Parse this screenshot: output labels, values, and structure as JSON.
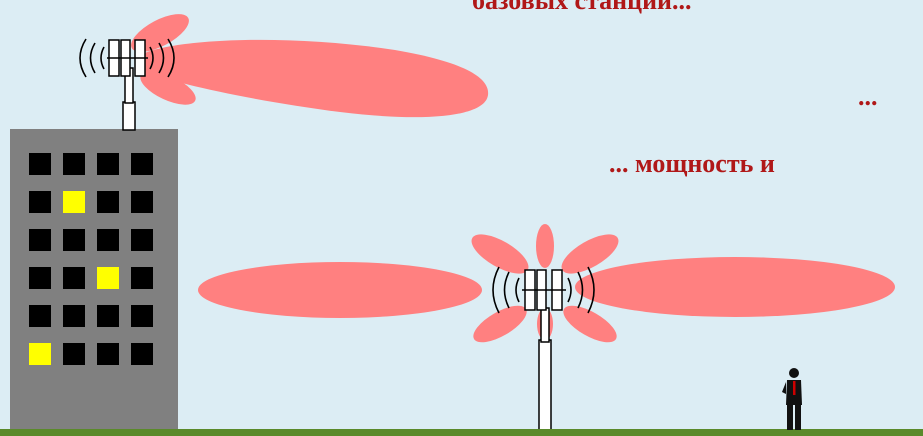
{
  "texts": {
    "line1": "базовых станций...",
    "line2": "...",
    "line3": "... мощность и"
  },
  "colors": {
    "background": "#dcedf4",
    "lobe": "#ff8080",
    "building": "#808080",
    "window_dark": "#000000",
    "window_lit": "#ffff00",
    "ground": "#5a8a2a",
    "text": "#b01818"
  },
  "building_windows": [
    [
      "dark",
      "dark",
      "dark",
      "dark"
    ],
    [
      "dark",
      "lit",
      "dark",
      "dark"
    ],
    [
      "dark",
      "dark",
      "dark",
      "dark"
    ],
    [
      "dark",
      "dark",
      "lit",
      "dark"
    ],
    [
      "dark",
      "dark",
      "dark",
      "dark"
    ],
    [
      "lit",
      "dark",
      "dark",
      "dark"
    ]
  ],
  "icons": [
    "antenna-icon",
    "radio-wave-icon",
    "person-icon"
  ]
}
